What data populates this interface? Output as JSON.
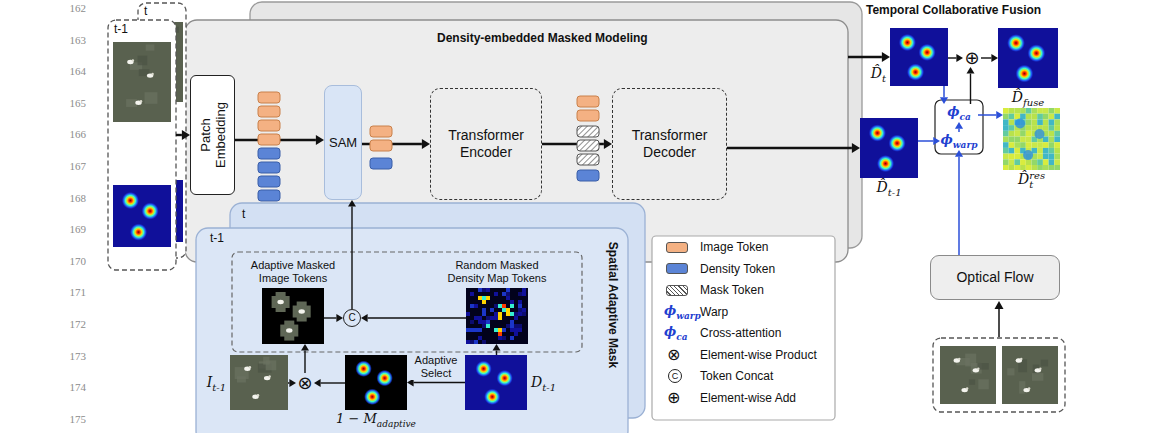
{
  "diagram": {
    "nodes": [
      {
        "text": [
          "t"
        ]
      },
      {
        "text": [
          "t-1"
        ]
      },
      {
        "text": [
          "Density-embedded Masked Modeling"
        ]
      },
      {
        "text": [
          "Patch Embedding"
        ],
        "in": 2
      },
      {
        "text": [
          "SAM"
        ],
        "in": 2
      },
      {
        "text": [
          "Transformer Encoder"
        ],
        "in": 2
      },
      {
        "text": [
          "Transformer Decoder"
        ],
        "in": 2
      },
      {
        "text": [
          "t"
        ]
      },
      {
        "text": [
          "t-1",
          "Spatial Adaptive Mask"
        ]
      },
      {
        "text": [
          "Adaptive Masked Image Tokens"
        ],
        "in": 8
      },
      {
        "text": [
          "Random Masked Density Map Tokens"
        ],
        "in": 8
      },
      {
        "text": [
          "C"
        ],
        "in": 8
      },
      {
        "text": [
          "I",
          "t-1"
        ],
        "in": 8
      },
      {
        "text": [
          "⊗"
        ],
        "in": 8
      },
      {
        "text": [
          "1 − M",
          "adaptive"
        ],
        "in": 8
      },
      {
        "text": [
          "D",
          "t-1"
        ],
        "in": 8
      },
      {
        "text": [
          "D̂",
          "t"
        ]
      },
      {
        "text": [
          "D̂",
          "t-1"
        ]
      },
      {
        "text": [
          "ϕ",
          "ca"
        ]
      },
      {
        "text": [
          "ϕ",
          "warp"
        ]
      },
      {
        "text": [
          "D̂",
          "t",
          "res"
        ]
      },
      {
        "text": [
          "⊕"
        ]
      },
      {
        "text": [
          "D̂",
          "fuse"
        ]
      },
      {
        "text": [
          "Optical Flow"
        ]
      }
    ],
    "edges": [
      {
        "from": 1,
        "to": 3,
        "arrow": "to"
      },
      {
        "from": 3,
        "to": 4,
        "arrow": "to"
      },
      {
        "from": 4,
        "to": 5,
        "arrow": "to"
      },
      {
        "from": 5,
        "to": 6,
        "arrow": "to"
      },
      {
        "from": 6,
        "to": 17,
        "arrow": "to"
      },
      {
        "from": 2,
        "to": 16,
        "arrow": "to"
      },
      {
        "from": 9,
        "to": 11,
        "arrow": "to"
      },
      {
        "from": 10,
        "to": 11,
        "arrow": "to"
      },
      {
        "from": 11,
        "to": 4,
        "arrow": "to"
      },
      {
        "from": 12,
        "to": 13,
        "arrow": "to"
      },
      {
        "from": 14,
        "to": 13,
        "arrow": "to"
      },
      {
        "from": 13,
        "to": 9,
        "arrow": "to"
      },
      {
        "from": 15,
        "to": 14,
        "label": "Adaptive Select",
        "arrow": "to"
      },
      {
        "from": 15,
        "to": 10,
        "arrow": "to"
      },
      {
        "from": 16,
        "to": 18,
        "arrow": "to"
      },
      {
        "from": 17,
        "to": 19,
        "arrow": "to"
      },
      {
        "from": 23,
        "to": 19,
        "arrow": "to"
      },
      {
        "from": 19,
        "to": 18,
        "arrow": "to"
      },
      {
        "from": 18,
        "to": 20,
        "arrow": "to"
      },
      {
        "from": 18,
        "to": 21,
        "arrow": "to"
      },
      {
        "from": 16,
        "to": 21,
        "arrow": "to"
      },
      {
        "from": 21,
        "to": 22,
        "arrow": "to"
      }
    ],
    "labels": [
      "162",
      "163",
      "164",
      "165",
      "166",
      "167",
      "168",
      "169",
      "170",
      "171",
      "172",
      "173",
      "174",
      "175",
      "Temporal Collaborative Fusion",
      "ϕ",
      "warp",
      "ϕ",
      "ca",
      "⊗",
      "C",
      "⊕"
    ],
    "legend": [
      {
        "text": "Image Token",
        "color": "#f4b183"
      },
      {
        "text": "Density Token",
        "color": "#5b84d6"
      },
      {
        "text": "Mask Token"
      },
      {
        "text": "Warp"
      },
      {
        "text": "Cross-attention"
      },
      {
        "text": "Element-wise Product"
      },
      {
        "text": "Token Concat"
      },
      {
        "text": "Element-wise Add"
      }
    ]
  }
}
